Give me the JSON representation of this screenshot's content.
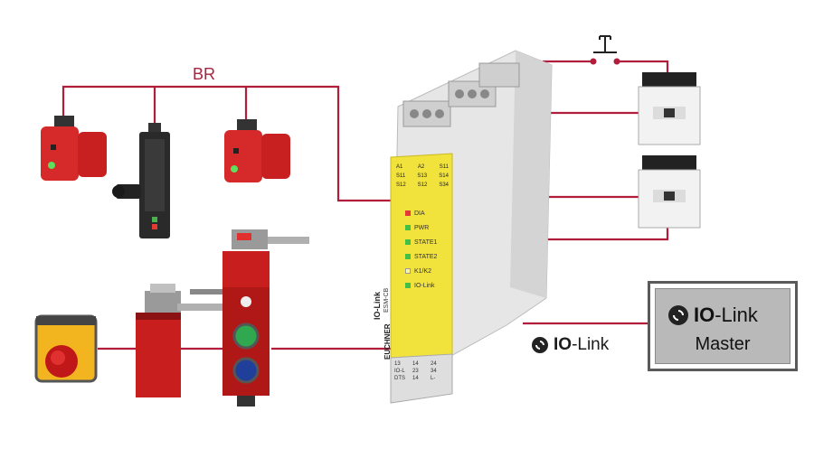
{
  "wiring": {
    "bus_label": "BR",
    "colors": {
      "wire": "#b01e3c",
      "module_yellow": "#f2e23c",
      "device_red": "#d62a2a",
      "contactor": "#f2f2f2"
    }
  },
  "safety_module": {
    "terminal_rows": [
      [
        "A1",
        "A2",
        "S11"
      ],
      [
        "S11",
        "S13",
        "S14"
      ],
      [
        "S12",
        "S12",
        "S34"
      ]
    ],
    "leds": [
      {
        "label": "DIA",
        "color": "#e53935"
      },
      {
        "label": "PWR",
        "color": "#43c043"
      },
      {
        "label": "STATE1",
        "color": "#43c043"
      },
      {
        "label": "STATE2",
        "color": "#43c043"
      },
      {
        "label": "K1/K2",
        "color": "#f2e23c"
      },
      {
        "label": "IO-Link",
        "color": "#43c043"
      }
    ],
    "side_text_1": "IO-Link",
    "side_text_2": "EUCHNER",
    "side_text_3": "ESM-CB",
    "bottom_terminals": [
      "13",
      "14",
      "24",
      "IO-L",
      "23",
      "34",
      "DTS",
      "14",
      "L-"
    ]
  },
  "io_link_connection": {
    "logo_icon": "io-link-logo-icon",
    "bold": "IO",
    "rest": "-Link"
  },
  "master": {
    "logo_icon": "io-link-logo-icon",
    "bold": "IO",
    "rest": "-Link",
    "subtitle": "Master"
  }
}
